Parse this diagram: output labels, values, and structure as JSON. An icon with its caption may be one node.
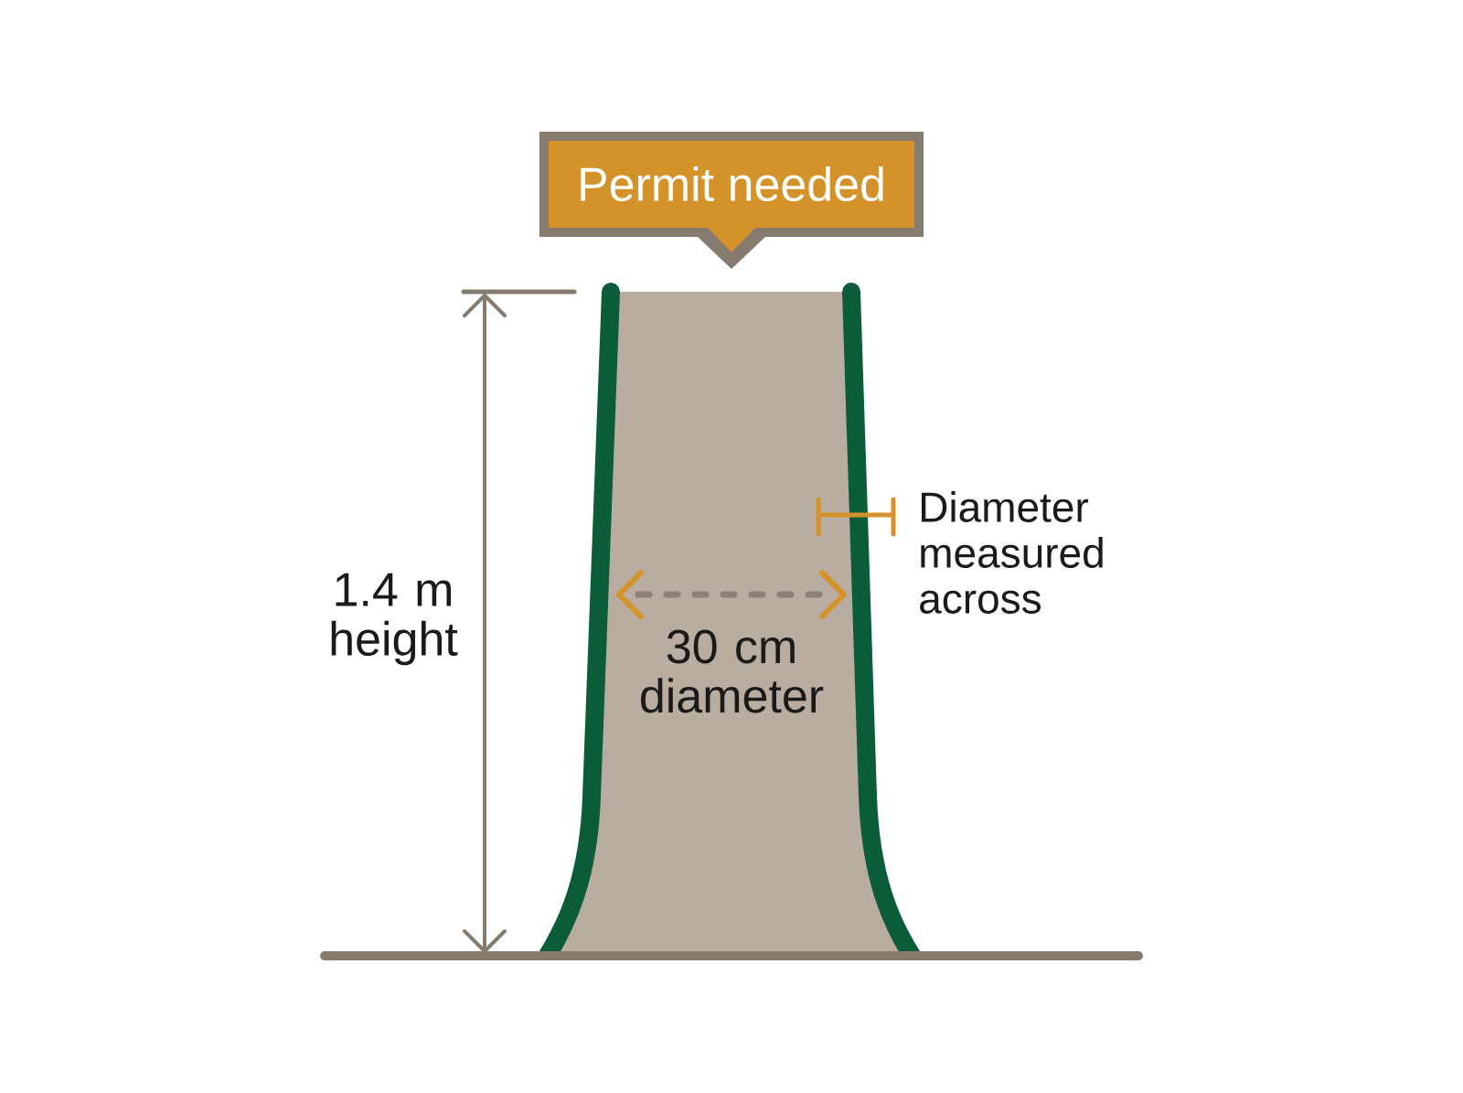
{
  "diagram": {
    "nodes": [
      {
        "text": [
          "Permit needed"
        ]
      }
    ],
    "labels": [
      "1.4 m height",
      "30 cm diameter",
      "Diameter measured across"
    ]
  }
}
